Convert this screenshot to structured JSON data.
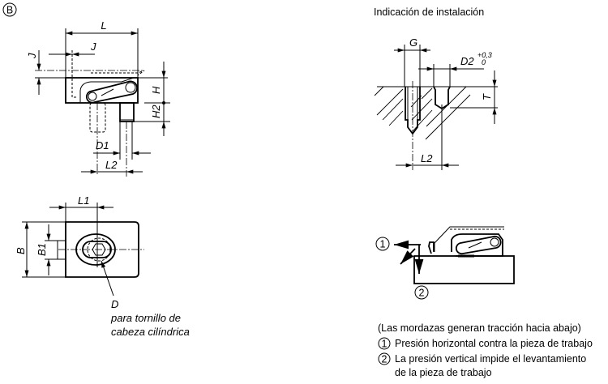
{
  "view_marker": "B",
  "side_view": {
    "dims": {
      "L": "L",
      "J_horizontal": "J",
      "J_vertical": "J",
      "H": "H",
      "H2": "H2",
      "D1": "D1",
      "L2": "L2"
    }
  },
  "top_view": {
    "dims": {
      "L1": "L1",
      "B": "B",
      "B1": "B1",
      "D": "D"
    },
    "note_line1": "para tornillo de",
    "note_line2": "cabeza cilíndrica"
  },
  "installation": {
    "title": "Indicación de instalación",
    "dims": {
      "G": "G",
      "D2": "D2",
      "D2_tol_upper": "+0,3",
      "D2_tol_lower": "0",
      "T": "T",
      "L2": "L2"
    }
  },
  "force_diagram": {
    "marker1": "1",
    "marker2": "2"
  },
  "legend": {
    "intro": "(Las mordazas generan tracción hacia abajo)",
    "items": [
      {
        "num": "1",
        "text": "Presión horizontal contra la pieza de trabajo"
      },
      {
        "num": "2",
        "text": "La presión vertical impide el levantamiento",
        "text2": "de la pieza de trabajo"
      }
    ]
  }
}
